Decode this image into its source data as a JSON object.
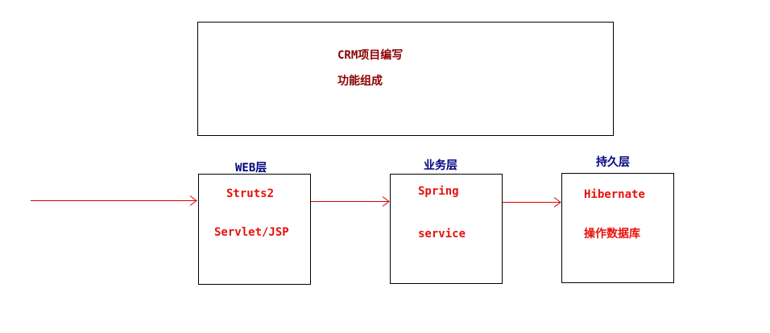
{
  "title_box": {
    "line1": "CRM项目编写",
    "line2": "功能组成"
  },
  "layers": [
    {
      "header": "WEB层",
      "lines": [
        "Struts2",
        "Servlet/JSP"
      ]
    },
    {
      "header": "业务层",
      "lines": [
        "Spring",
        "service"
      ]
    },
    {
      "header": "持久层",
      "lines": [
        "Hibernate",
        "操作数据库"
      ]
    }
  ],
  "colors": {
    "arrow": "#d40000",
    "content_text": "#e8110a",
    "title_text": "#8b0000",
    "header_text": "#000080"
  }
}
